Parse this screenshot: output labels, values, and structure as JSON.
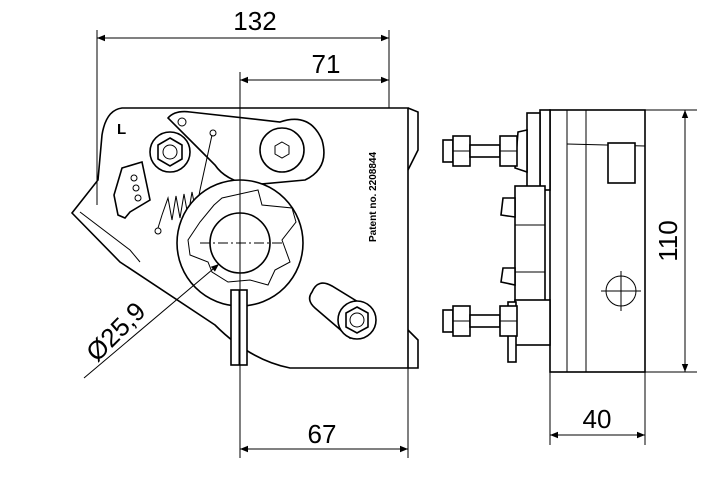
{
  "drawing": {
    "side_label": "L",
    "patent_text": "Patent no. 2208844"
  },
  "dimensions": {
    "overall_width": "132",
    "center_to_right": "71",
    "center_to_bracket": "67",
    "height": "110",
    "depth": "40",
    "bore_diameter": "Ø25,9"
  },
  "colors": {
    "line": "#000000",
    "background": "#ffffff"
  }
}
